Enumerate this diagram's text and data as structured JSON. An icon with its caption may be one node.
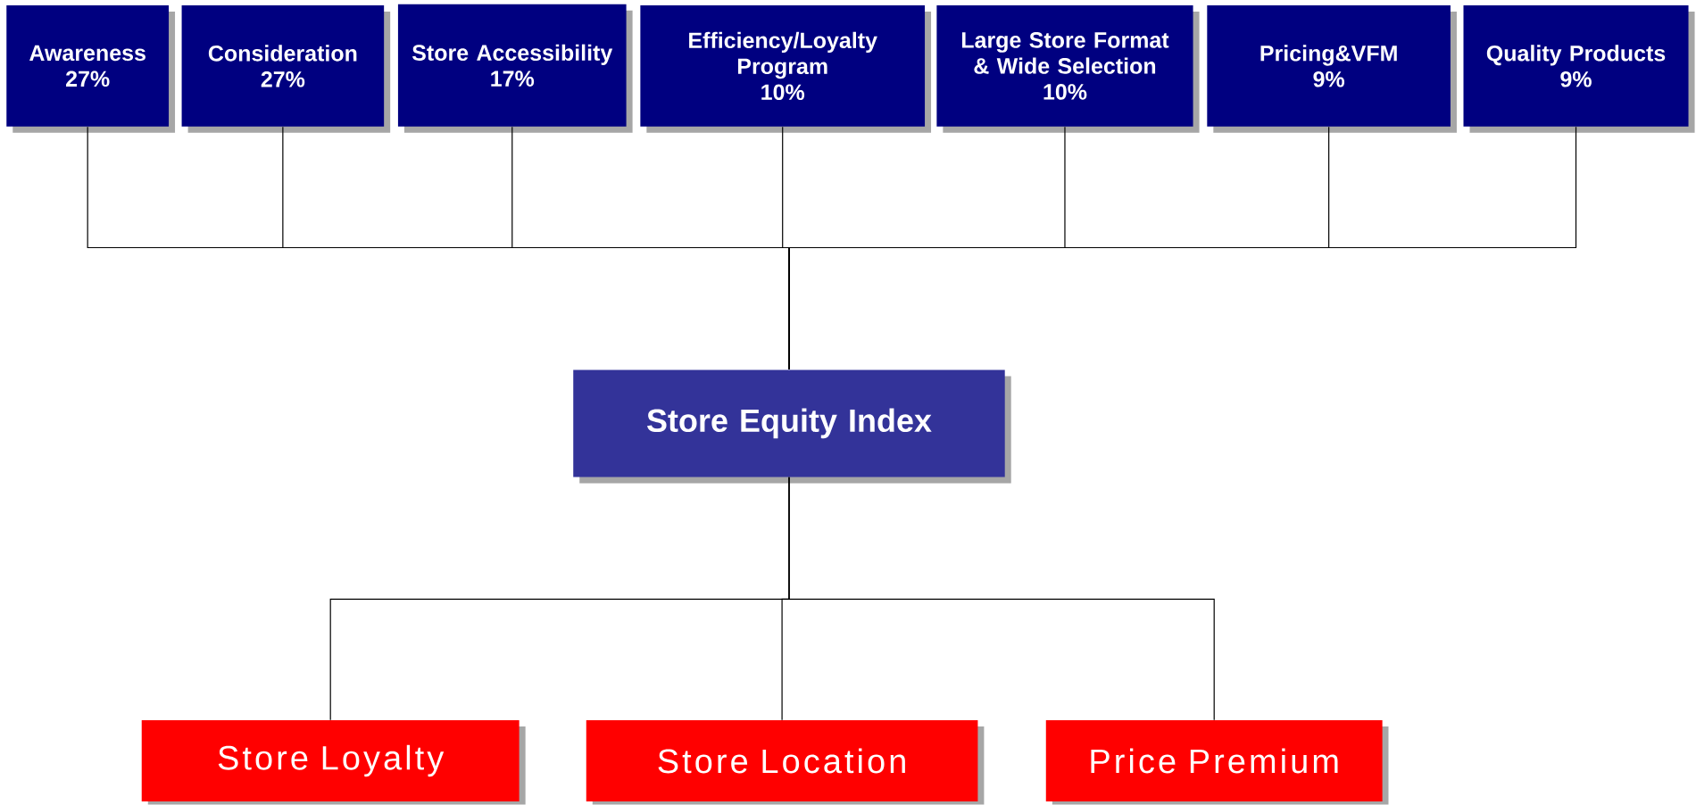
{
  "diagram": {
    "nodes": [
      {
        "text": [
          "Awareness",
          "27%"
        ]
      },
      {
        "text": [
          "Consideration",
          "27%"
        ]
      },
      {
        "text": [
          "Store Accessibility",
          "17%"
        ]
      },
      {
        "text": [
          "Efficiency/Loyalty Program",
          "10%"
        ]
      },
      {
        "text": [
          "Large Store Format & Wide Selection",
          "10%"
        ]
      },
      {
        "text": [
          "Pricing&VFM",
          "9%"
        ]
      },
      {
        "text": [
          "Quality Products",
          "9%"
        ]
      },
      {
        "text": [
          "Store Equity Index"
        ]
      },
      {
        "text": [
          "Store Loyalty"
        ]
      },
      {
        "text": [
          "Store Location"
        ]
      },
      {
        "text": [
          "Price Premium"
        ]
      }
    ],
    "edges": [
      {
        "from": 0,
        "to": 7,
        "arrow": "none"
      },
      {
        "from": 1,
        "to": 7,
        "arrow": "none"
      },
      {
        "from": 2,
        "to": 7,
        "arrow": "none"
      },
      {
        "from": 3,
        "to": 7,
        "arrow": "none"
      },
      {
        "from": 4,
        "to": 7,
        "arrow": "none"
      },
      {
        "from": 5,
        "to": 7,
        "arrow": "none"
      },
      {
        "from": 6,
        "to": 7,
        "arrow": "none"
      },
      {
        "from": 7,
        "to": 8,
        "arrow": "none"
      },
      {
        "from": 7,
        "to": 9,
        "arrow": "none"
      },
      {
        "from": 7,
        "to": 10,
        "arrow": "none"
      }
    ]
  }
}
